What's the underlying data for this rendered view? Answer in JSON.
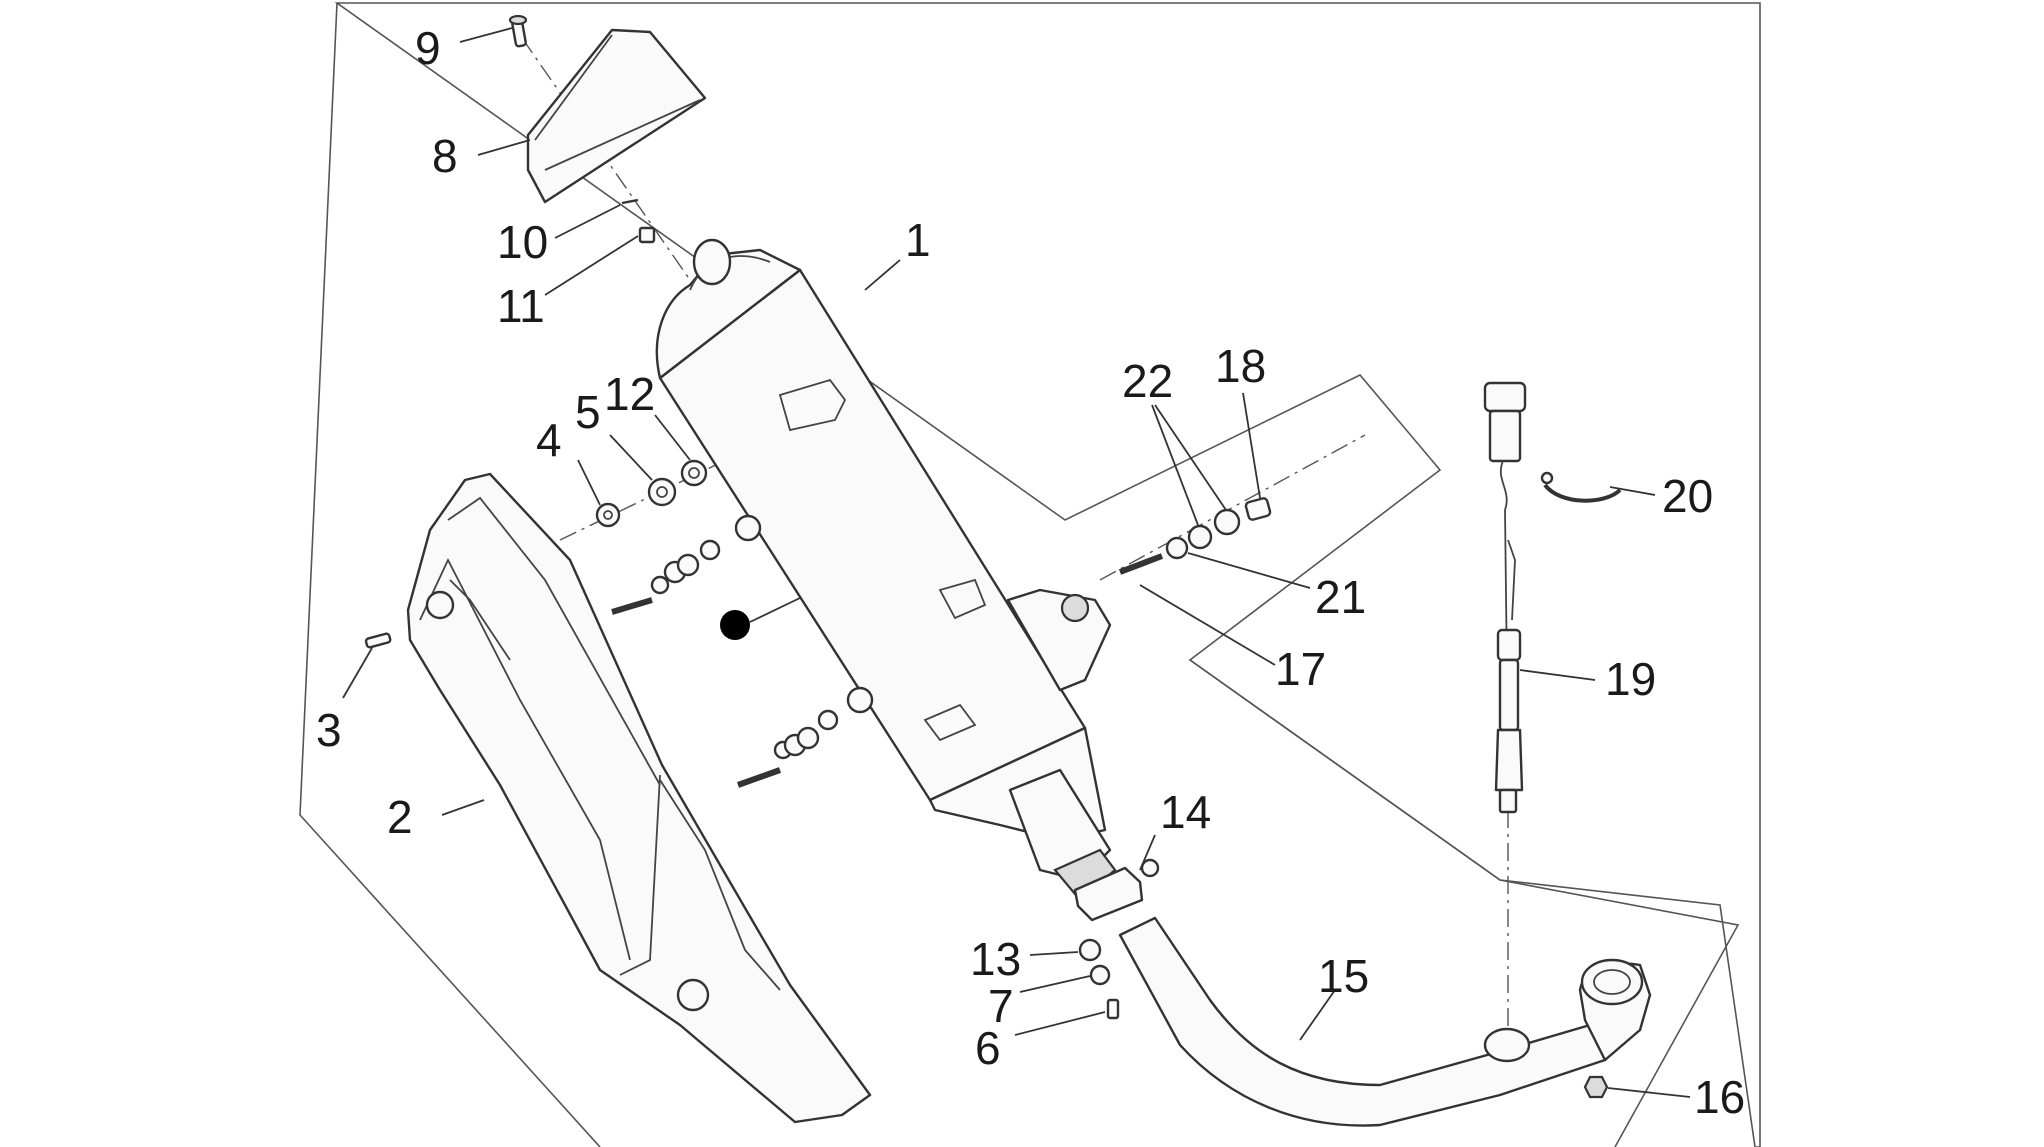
{
  "diagram": {
    "callouts": {
      "p1": "1",
      "p2": "2",
      "p3": "3",
      "p4": "4",
      "p5": "5",
      "p6": "6",
      "p7": "7",
      "p8": "8",
      "p9": "9",
      "p10": "10",
      "p11": "11",
      "p12": "12",
      "p13": "13",
      "p14": "14",
      "p15": "15",
      "p16": "16",
      "p17": "17",
      "p18": "18",
      "p19": "19",
      "p20": "20",
      "p21": "21",
      "p22": "22"
    },
    "colors": {
      "background": "#ffffff",
      "line": "#333333",
      "marker": "#000000"
    }
  }
}
